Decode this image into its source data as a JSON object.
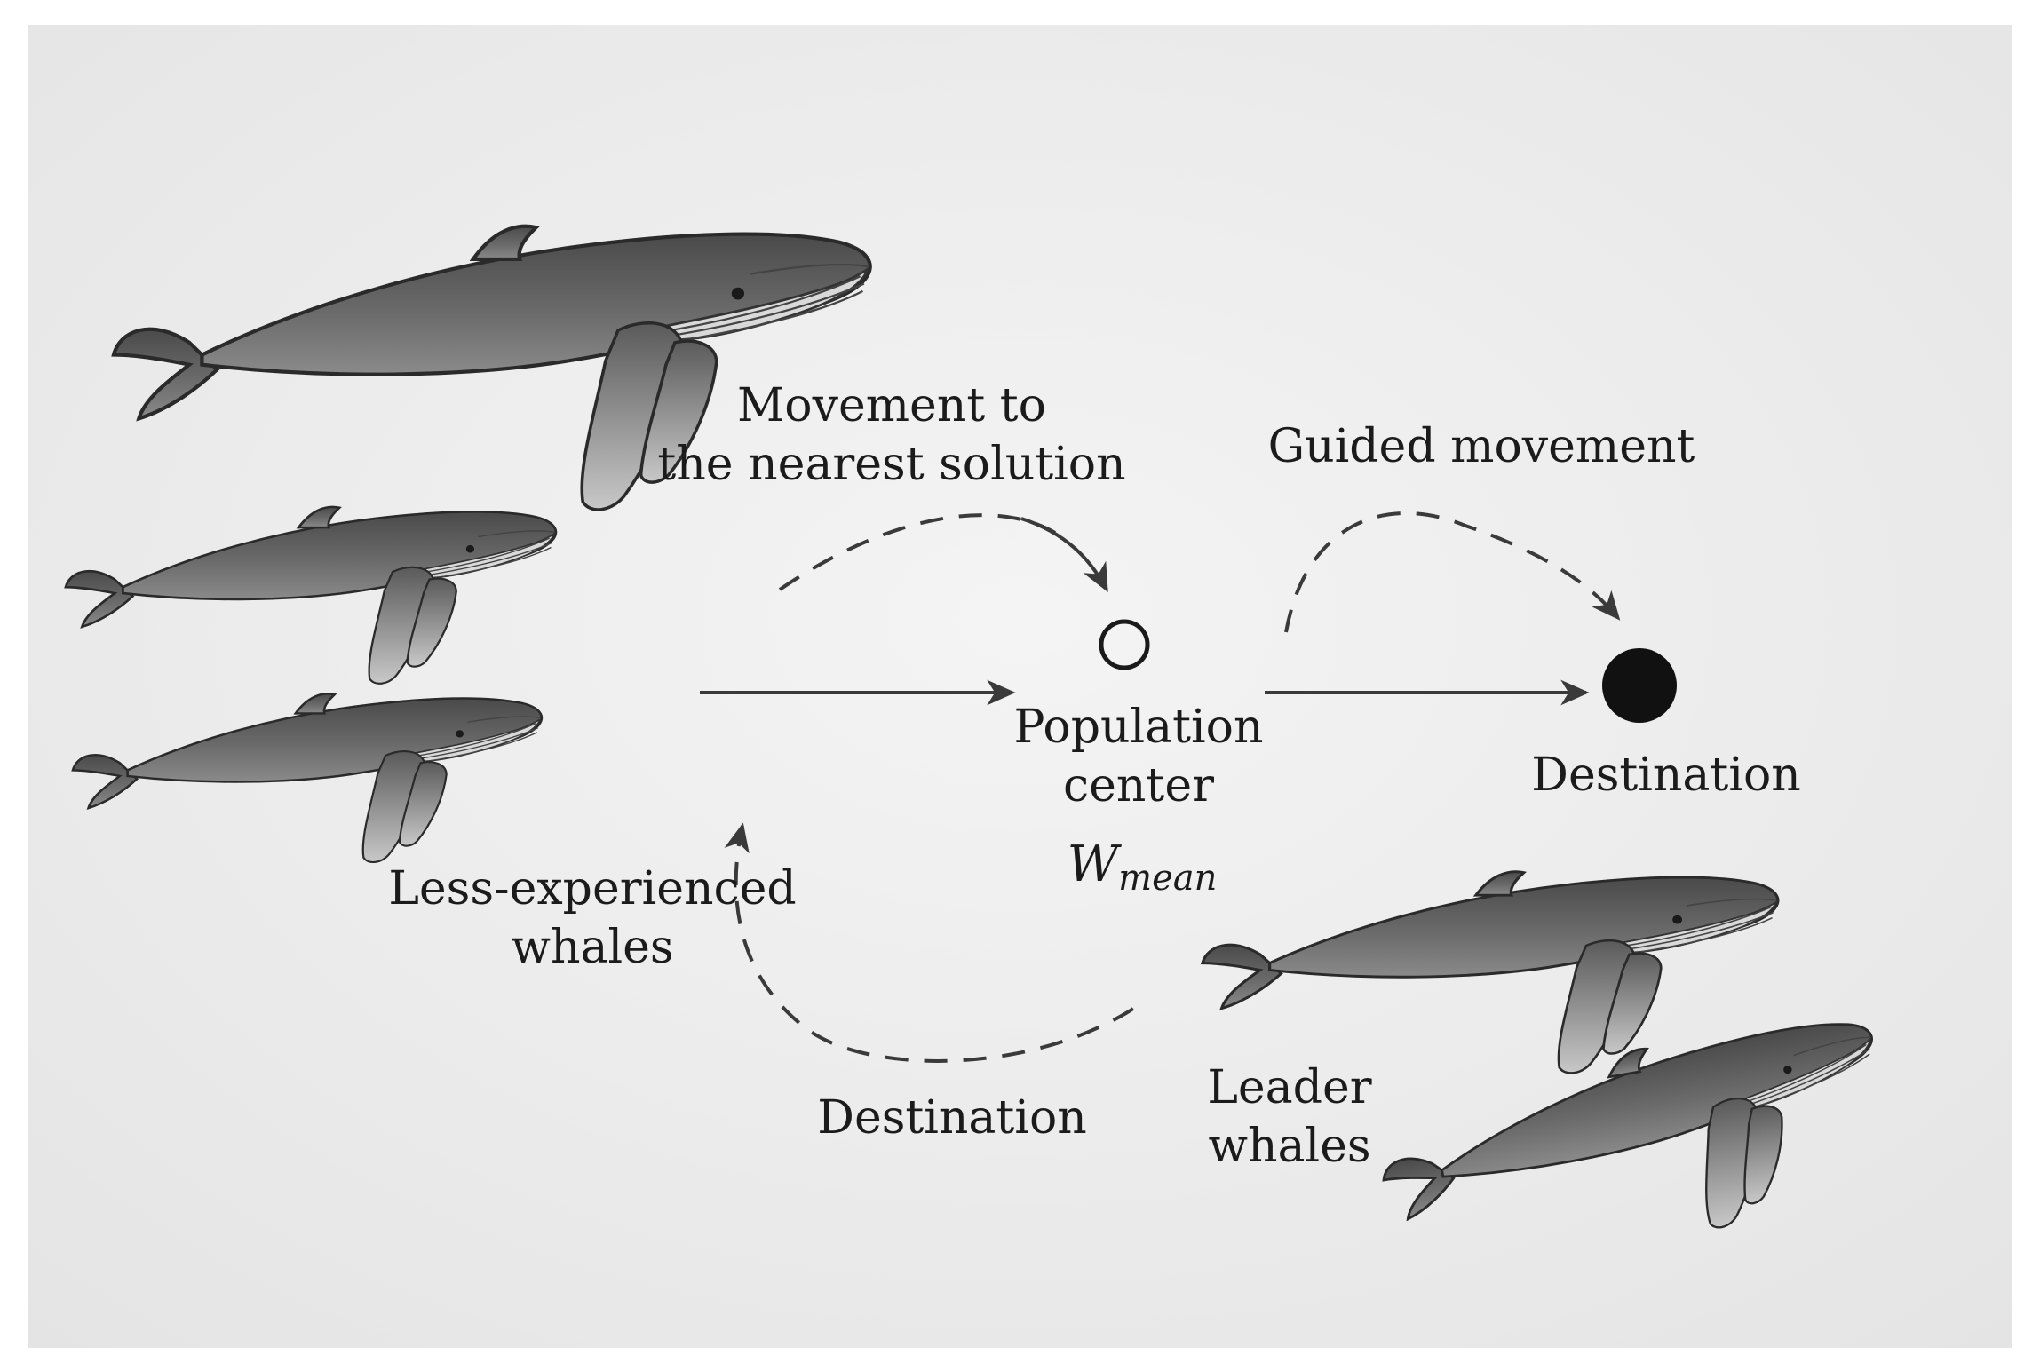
{
  "labels": {
    "less_experienced": [
      "Less-experienced",
      "whales"
    ],
    "movement_nearest": [
      "Movement to",
      "the nearest solution"
    ],
    "guided_movement": "Guided movement",
    "population_center": [
      "Population",
      "center"
    ],
    "w_mean_base": "W",
    "w_mean_sub": "mean",
    "destination_right": "Destination",
    "destination_bottom": "Destination",
    "leader_whales": [
      "Leader",
      "whales"
    ]
  },
  "colors": {
    "background": "#ebebeb",
    "frame": "#ffffff",
    "ink": "#1b1b1b",
    "arrow": "#3a3a3a",
    "destination_dot": "#111111",
    "population_ring": "#1a1a1a"
  },
  "icons": {
    "whale": "humpback-whale-icon",
    "population_center": "hollow-circle-icon",
    "destination": "filled-circle-icon"
  }
}
